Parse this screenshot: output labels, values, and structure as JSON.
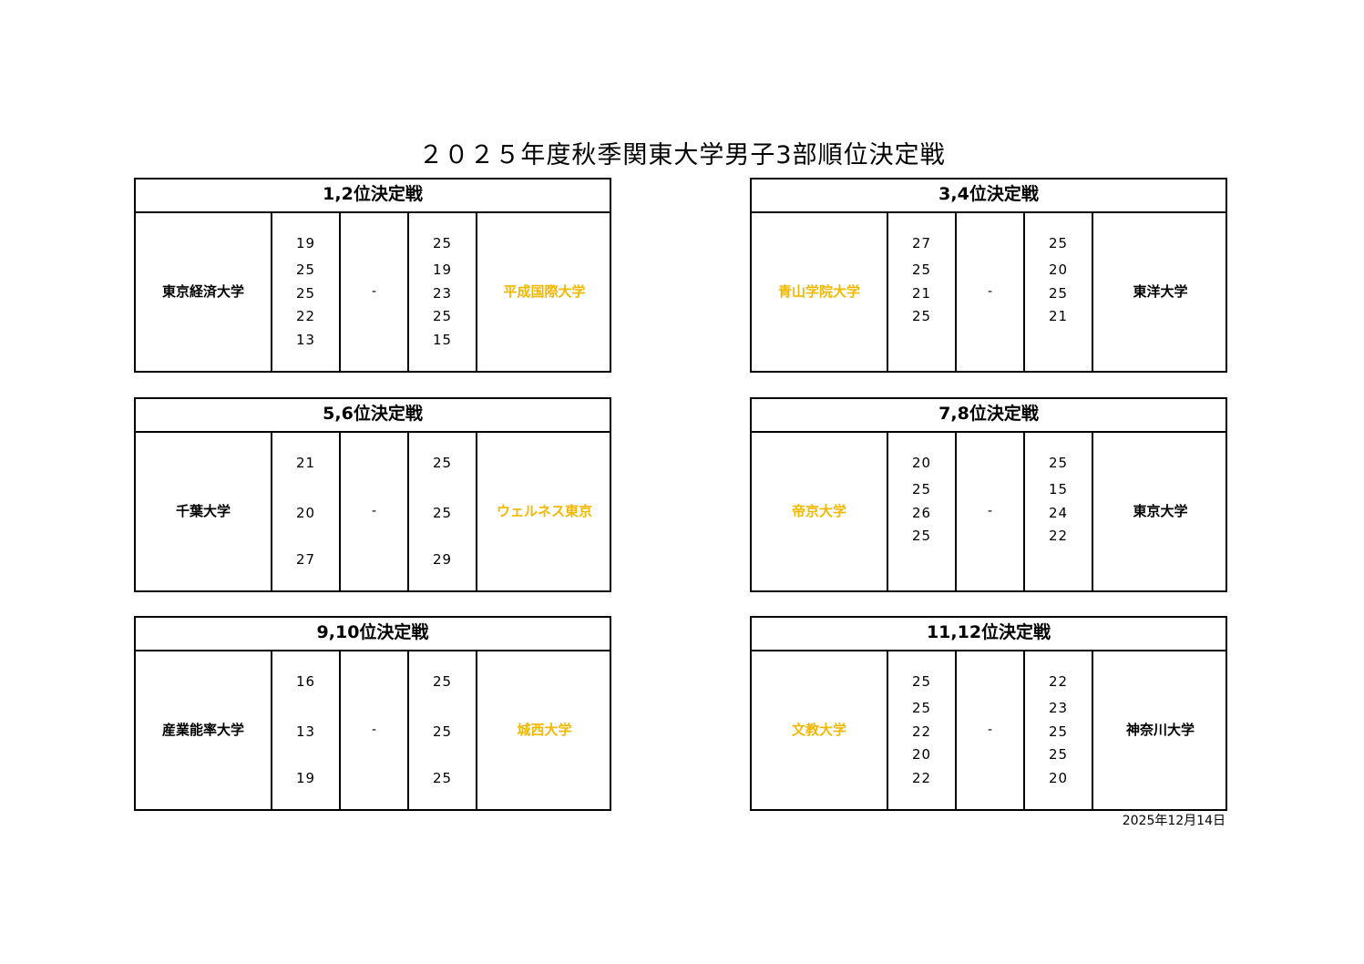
{
  "title": "２０２５年度秋季関東大学男子3部順位決定戦",
  "date": "2025年12月14日",
  "colors": {
    "highlight": "#F2B800",
    "normal": "#000000"
  },
  "matches": [
    {
      "heading": "1,2位決定戦",
      "team_left": "東京経済大学",
      "team_left_highlight": false,
      "scores_left": [
        "19",
        "25",
        "25",
        "22",
        "13"
      ],
      "separator": "-",
      "scores_right": [
        "25",
        "19",
        "23",
        "25",
        "15"
      ],
      "team_right": "平成国際大学",
      "team_right_highlight": true
    },
    {
      "heading": "3,4位決定戦",
      "team_left": "青山学院大学",
      "team_left_highlight": true,
      "scores_left": [
        "27",
        "25",
        "21",
        "25"
      ],
      "separator": "-",
      "scores_right": [
        "25",
        "20",
        "25",
        "21"
      ],
      "team_right": "東洋大学",
      "team_right_highlight": false
    },
    {
      "heading": "5,6位決定戦",
      "team_left": "千葉大学",
      "team_left_highlight": false,
      "scores_left": [
        "21",
        "20",
        "27"
      ],
      "separator": "-",
      "scores_right": [
        "25",
        "25",
        "29"
      ],
      "team_right": "ウェルネス東京",
      "team_right_highlight": true
    },
    {
      "heading": "7,8位決定戦",
      "team_left": "帝京大学",
      "team_left_highlight": true,
      "scores_left": [
        "20",
        "25",
        "26",
        "25"
      ],
      "separator": "-",
      "scores_right": [
        "25",
        "15",
        "24",
        "22"
      ],
      "team_right": "東京大学",
      "team_right_highlight": false
    },
    {
      "heading": "9,10位決定戦",
      "team_left": "産業能率大学",
      "team_left_highlight": false,
      "scores_left": [
        "16",
        "13",
        "19"
      ],
      "separator": "-",
      "scores_right": [
        "25",
        "25",
        "25"
      ],
      "team_right": "城西大学",
      "team_right_highlight": true
    },
    {
      "heading": "11,12位決定戦",
      "team_left": "文教大学",
      "team_left_highlight": true,
      "scores_left": [
        "25",
        "25",
        "22",
        "20",
        "22"
      ],
      "separator": "-",
      "scores_right": [
        "22",
        "23",
        "25",
        "25",
        "20"
      ],
      "team_right": "神奈川大学",
      "team_right_highlight": false
    }
  ]
}
